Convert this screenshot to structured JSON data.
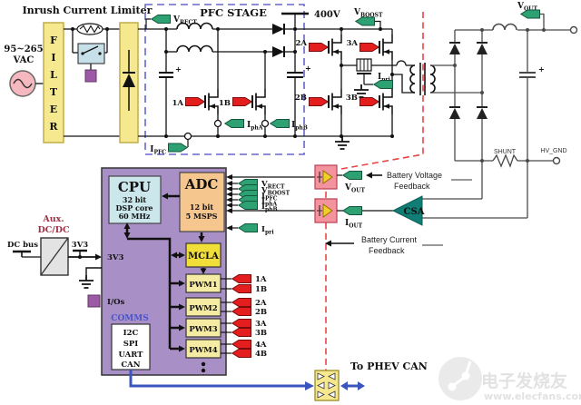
{
  "header": {
    "inrush": "Inrush Current Limiter",
    "pfc_title": "PFC STAGE",
    "bus_voltage": "400V"
  },
  "ac": {
    "range": "95~265",
    "unit": "VAC"
  },
  "filter": {
    "l0": "F",
    "l1": "I",
    "l2": "L",
    "l3": "T",
    "l4": "E",
    "l5": "R"
  },
  "tags": {
    "vrect": {
      "m": "V",
      "s": "RECT"
    },
    "vboost": {
      "m": "V",
      "s": "BOOST"
    },
    "vout": {
      "m": "V",
      "s": "OUT"
    },
    "iout": {
      "m": "I",
      "s": "OUT"
    },
    "ipfc": {
      "m": "I",
      "s": "PFC"
    },
    "ipha": {
      "m": "I",
      "s": "phA"
    },
    "iphb": {
      "m": "I",
      "s": "phB"
    },
    "ipri": {
      "m": "I",
      "s": "pri"
    }
  },
  "gates": {
    "g1a": "1A",
    "g1b": "1B",
    "g2a": "2A",
    "g2b": "2B",
    "g3a": "3A",
    "g3b": "3B"
  },
  "output": {
    "shunt": "SHUNT",
    "hv_gnd": "HV_GND"
  },
  "mcu": {
    "cpu_title": "CPU",
    "cpu_l1": "32 bit",
    "cpu_l2": "DSP core",
    "cpu_l3": "60 MHz",
    "adc_title": "ADC",
    "adc_l1": "12 bit",
    "adc_l2": "5 MSPS",
    "mcla": "MCLA",
    "pwm1": "PWM1",
    "pwm2": "PWM2",
    "pwm3": "PWM3",
    "pwm4": "PWM4",
    "rail": "3V3",
    "ios": "I/Os",
    "comms": "COMMS",
    "p_i2c": "I2C",
    "p_spi": "SPI",
    "p_uart": "UART",
    "p_can": "CAN",
    "out_1a": "1A",
    "out_1b": "1B",
    "out_2a": "2A",
    "out_2b": "2B",
    "out_3a": "3A",
    "out_3b": "3B",
    "out_4a": "4A",
    "out_4b": "4B"
  },
  "aux": {
    "l1": "Aux.",
    "l2": "DC/DC",
    "dc_bus": "DC bus",
    "rail": "3V3"
  },
  "feedback": {
    "csa": "CSA",
    "bv1": "Battery Voltage",
    "bv2": "Feedback",
    "bc1": "Battery Current",
    "bc2": "Feedback"
  },
  "can_link": {
    "label": "To PHEV CAN"
  },
  "watermark": {
    "name": "电子发烧友",
    "url": "www.elecfans.com"
  },
  "colors": {
    "tag_green": "#2EA173",
    "tag_red": "#E41E1E",
    "block_yellow": "#F5E88F",
    "mcu_purple": "#A890C6",
    "iso_pink": "#F2939D",
    "csa_teal": "#117E76",
    "can_blue": "#3A55BE",
    "iso_dash_red": "#E84545"
  }
}
